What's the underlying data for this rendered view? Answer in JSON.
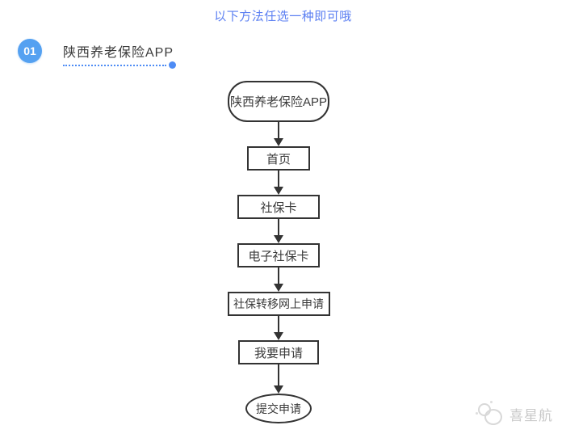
{
  "header": {
    "title": "以下方法任选一种即可哦"
  },
  "section": {
    "badge": "01",
    "label": "陕西养老保险APP"
  },
  "flowchart": {
    "nodes": [
      {
        "type": "stadium",
        "label": "陕西养老保险APP"
      },
      {
        "type": "rect",
        "label": "首页"
      },
      {
        "type": "rect",
        "label": "社保卡"
      },
      {
        "type": "rect",
        "label": "电子社保卡"
      },
      {
        "type": "rect",
        "label": "社保转移网上申请"
      },
      {
        "type": "rect",
        "label": "我要申请"
      },
      {
        "type": "ellipse",
        "label": "提交申请"
      }
    ]
  },
  "watermark": {
    "text": "喜星航"
  },
  "colors": {
    "caption_blue": "#5b7ff2",
    "badge_blue": "#55a1f1",
    "underline_blue": "#4e8cf5",
    "flow_line_dark": "#333333",
    "text_dark": "#3a3a3a",
    "watermark_gray": "#c9c9c9"
  }
}
